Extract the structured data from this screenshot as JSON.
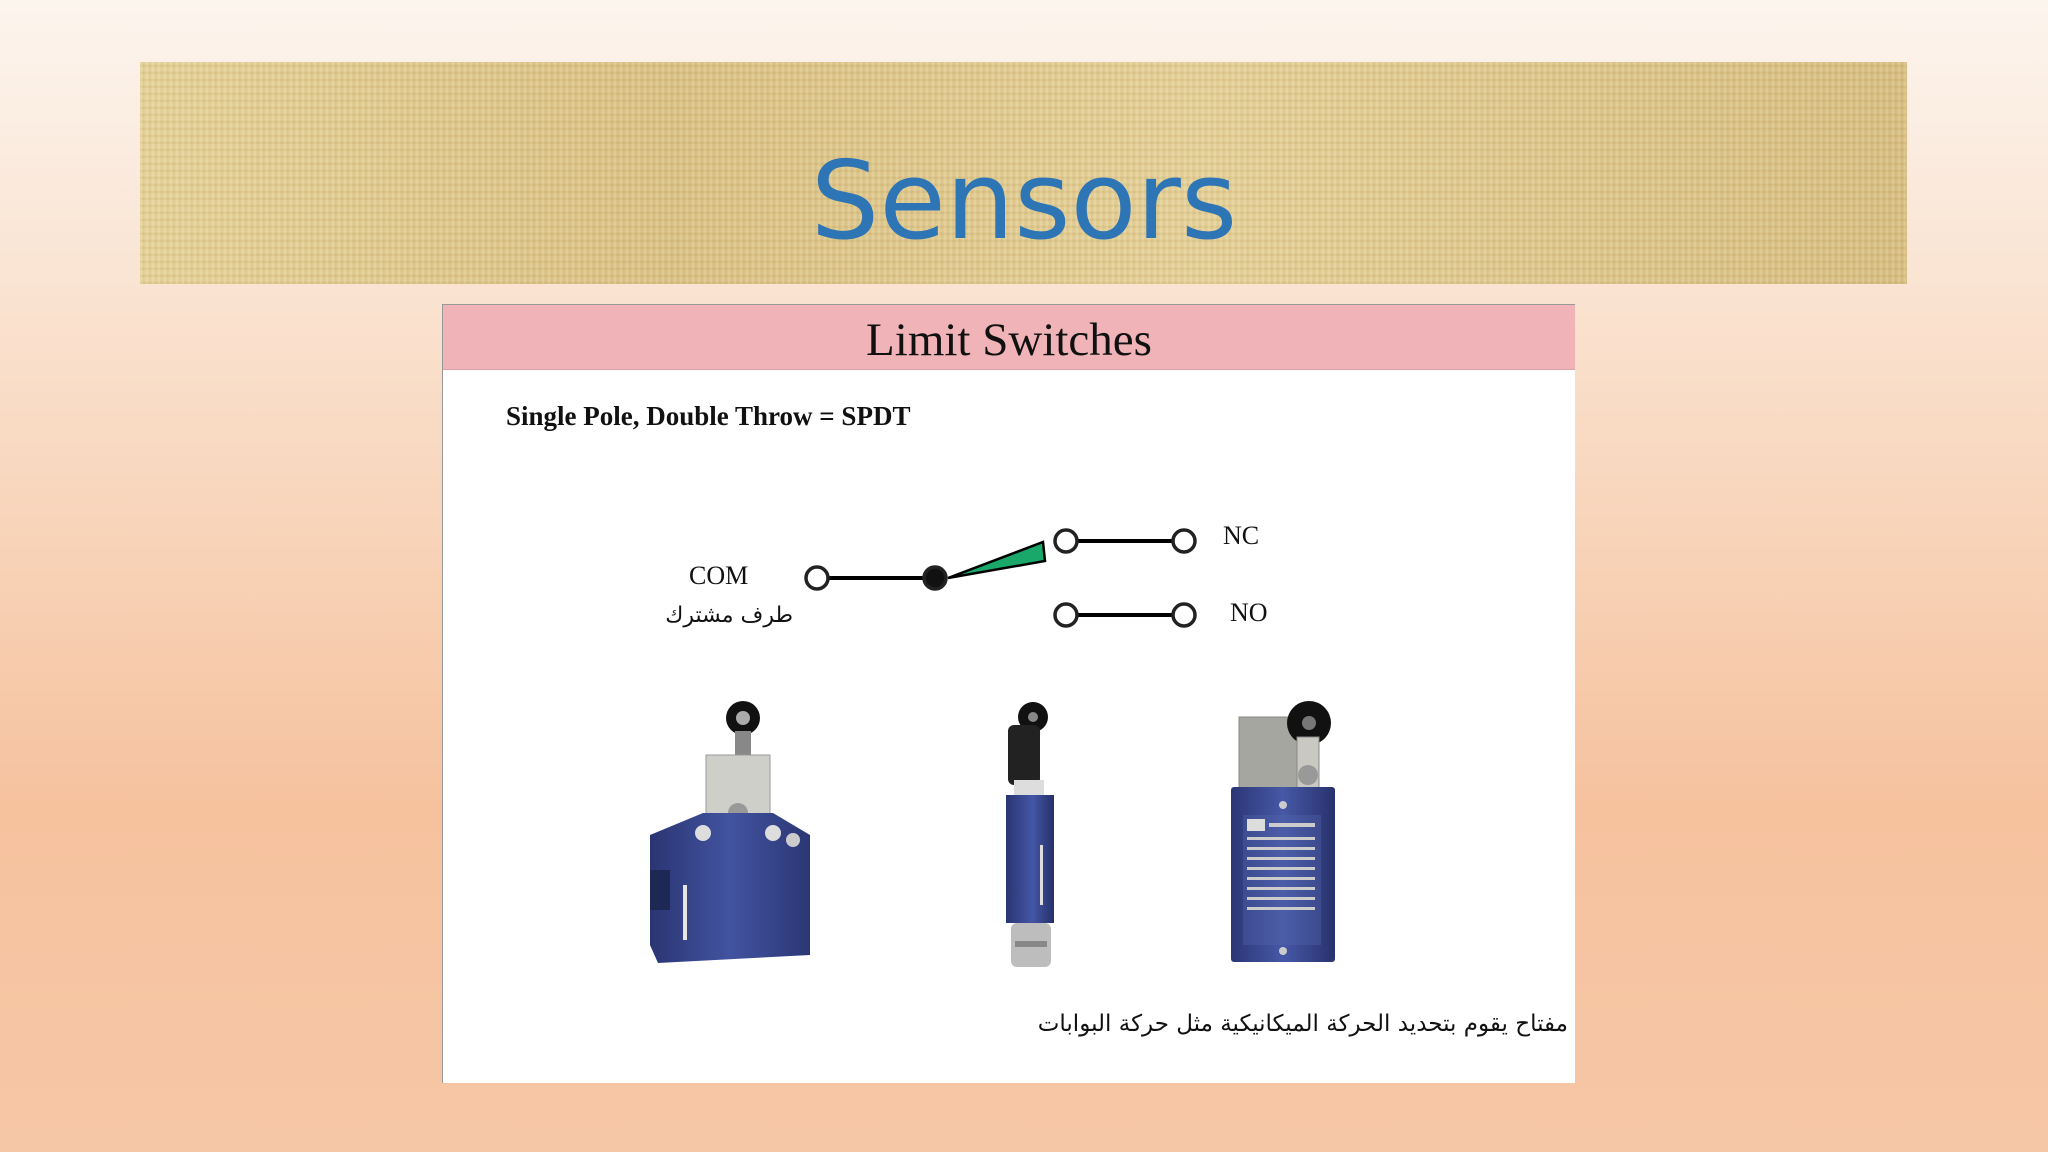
{
  "slide": {
    "title": "Sensors"
  },
  "panel": {
    "header": "Limit Switches",
    "subtitle": "Single Pole, Double Throw = SPDT",
    "diagram": {
      "com_label": "COM",
      "com_arabic": "طرف مشترك",
      "nc_label": "NC",
      "no_label": "NO",
      "blade_color": "#1aa86a"
    },
    "photos": [
      "limit-switch-roller-wide",
      "limit-switch-roller-slim",
      "limit-switch-roller-tall"
    ],
    "caption_arabic": "مفتاح يقوم بتحديد الحركة الميكانيكية مثل حركة البوابات"
  },
  "colors": {
    "title": "#2e75b6",
    "header_band": "#efb3b8",
    "banner": "#e0c98e",
    "switch_body": "#3d4a8c"
  }
}
